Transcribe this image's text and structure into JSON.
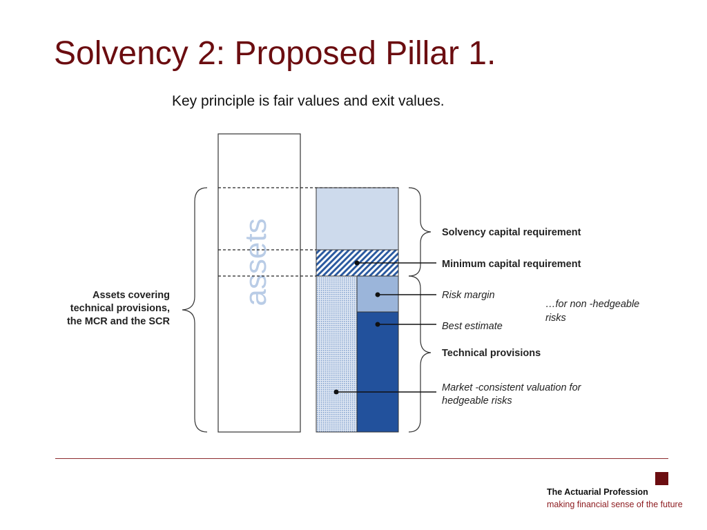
{
  "slide": {
    "title": "Solvency 2:  Proposed Pillar 1.",
    "subtitle": "Key principle is fair values and exit values."
  },
  "diagram": {
    "assets_column_text": "assets",
    "left_brace_label": [
      "Assets covering",
      "technical provisions,",
      "the MCR and the SCR"
    ],
    "labels": {
      "scr": "Solvency capital requirement",
      "mcr": "Minimum capital requirement",
      "risk_margin": "Risk margin",
      "best_estimate": "Best estimate",
      "technical_provisions": "Technical provisions",
      "non_hedgeable": [
        "…for non -hedgeable",
        "risks"
      ],
      "market_consistent": [
        "Market -consistent valuation for",
        "hedgeable risks"
      ]
    },
    "colors": {
      "scr_fill": "#cddaec",
      "mcr_hatch": "#2b5aa0",
      "risk_margin_fill": "#9bb5da",
      "best_estimate_fill": "#22519c",
      "hedgeable_dots": "#7f9fcc",
      "assets_text": "#b9cce6"
    }
  },
  "footer": {
    "org_name": "The Actuarial Profession",
    "tagline": "making financial sense of the future"
  }
}
